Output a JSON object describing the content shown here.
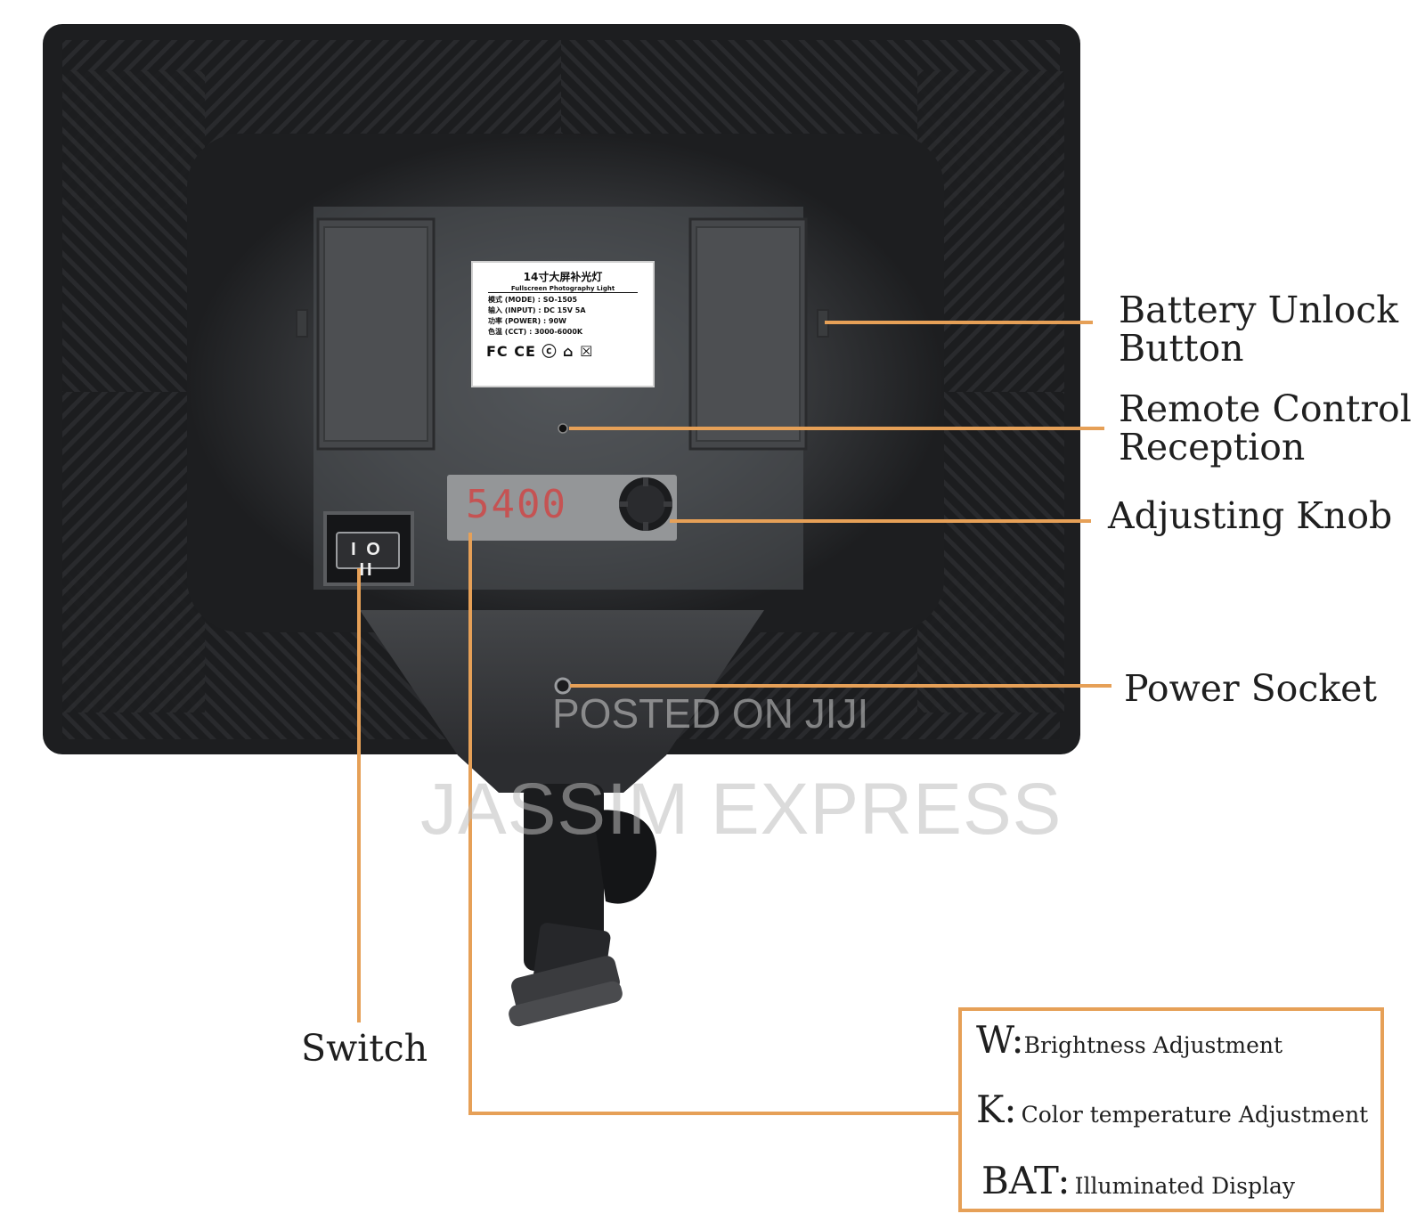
{
  "callouts": {
    "battery_unlock": "Battery Unlock\nButton",
    "remote_control": "Remote Control\nReception",
    "adjusting_knob": "Adjusting Knob",
    "power_socket": "Power Socket",
    "switch": "Switch"
  },
  "legend": [
    {
      "key": "W:",
      "desc": "Brightness Adjustment"
    },
    {
      "key": "K:",
      "desc": "Color temperature Adjustment"
    },
    {
      "key": "BAT:",
      "desc": "Illuminated Display"
    }
  ],
  "device": {
    "display_value": "5400",
    "switch_marks": "I O II",
    "plate": {
      "title": "14寸大屏补光灯",
      "subtitle": "Fullscreen Photography Light",
      "lines": [
        "模式 (MODE) : SO-1505",
        "输入 (INPUT) : DC 15V 5A",
        "功率 (POWER) : 90W",
        "色温 (CCT) : 3000-6000K"
      ],
      "certs": "FC CE ⓒ ⌂ ☒"
    }
  },
  "watermarks": {
    "posted": "POSTED ON JIJI",
    "brand": "JASSIM EXPRESS"
  },
  "colors": {
    "leader": "#e6a057",
    "panel": "#1d1e20",
    "panel_center": "#4a4c4f",
    "text": "#1f1f1f"
  }
}
